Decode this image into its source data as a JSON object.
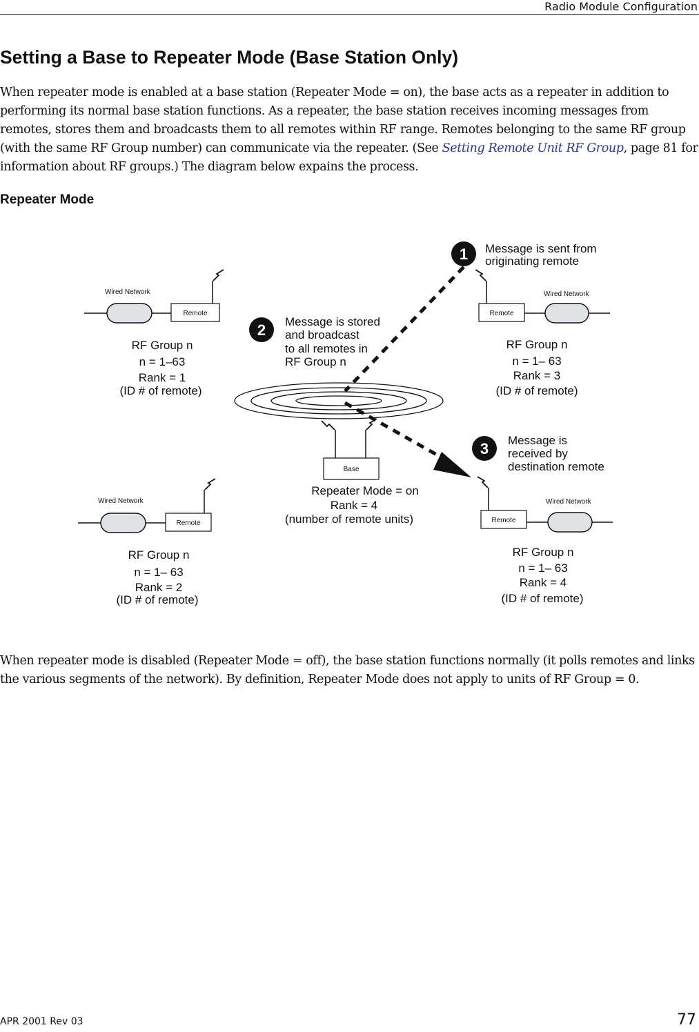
{
  "header": {
    "section_title": "Radio Module Configuration"
  },
  "title": "Setting a Base to Repeater Mode (Base Station Only)",
  "intro": {
    "text_before_link": "When repeater mode is enabled at a base station (Repeater Mode = on), the base acts as a repeater in addition to performing its normal base station functions. As a repeater, the base station receives incoming messages from remotes, stores them and broadcasts them to all remotes within RF range. Remotes belonging to the same RF group (with the same RF Group number) can communicate via the repeater. (See ",
    "link_text": "Setting Remote Unit RF Group",
    "text_after_link": ", page 81 for information about RF groups.) The diagram below expains the process."
  },
  "figure_heading": "Repeater Mode",
  "diagram": {
    "wired_network_label": "Wired Network",
    "remote_label": "Remote",
    "base_label": "Base",
    "rf_group": "RF Group n",
    "id_note": "(ID # of remote)",
    "remote_top_left": {
      "range": "n = 1–63",
      "rank": "Rank = 1"
    },
    "remote_top_right": {
      "range": "n = 1– 63",
      "rank": "Rank = 3"
    },
    "remote_bottom_left": {
      "range": "n = 1– 63",
      "rank": "Rank = 2"
    },
    "remote_bottom_right": {
      "range": "n = 1– 63",
      "rank": "Rank = 4"
    },
    "base": {
      "mode": "Repeater Mode = on",
      "rank": "Rank = 4",
      "note": "(number of remote units)"
    },
    "steps": [
      {
        "number": "1",
        "lines": [
          "Message is sent from",
          "originating remote"
        ]
      },
      {
        "number": "2",
        "lines": [
          "Message is stored",
          "and broadcast",
          "to all remotes in",
          "RF Group n"
        ]
      },
      {
        "number": "3",
        "lines": [
          "Message is",
          "received by",
          "destination remote"
        ]
      }
    ]
  },
  "closing": "When repeater mode is disabled (Repeater Mode = off), the base station functions normally (it polls remotes and links the various segments of the network). By definition, Repeater Mode does not apply to units of RF Group = 0.",
  "footer": {
    "revision": "APR 2001 Rev 03",
    "page_number": "77"
  }
}
